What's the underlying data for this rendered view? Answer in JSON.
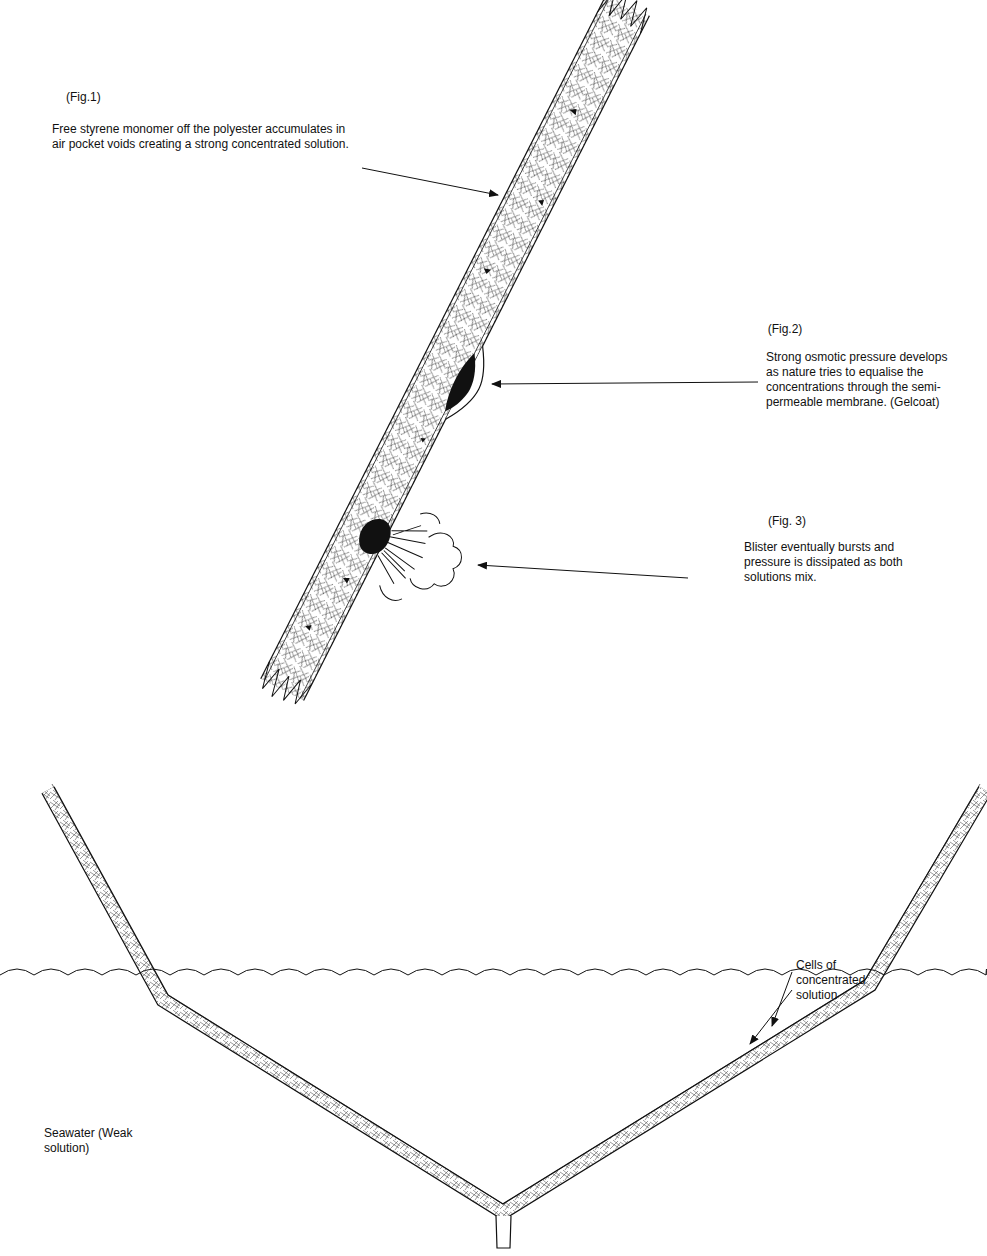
{
  "diagram": {
    "labels": [
      "(Fig.1)",
      "Free styrene monomer off the polyester accumulates in air pocket voids creating a strong concentrated solution.",
      "(Fig.2)",
      "Strong osmotic pressure develops as nature tries to equalise the concentrations through the semi-permeable membrane. (Gelcoat)",
      "(Fig. 3)",
      "Blister eventually bursts and pressure is dissipated as both solutions mix.",
      "Cells of concentrated solution",
      "Seawater (Weak solution)"
    ]
  }
}
